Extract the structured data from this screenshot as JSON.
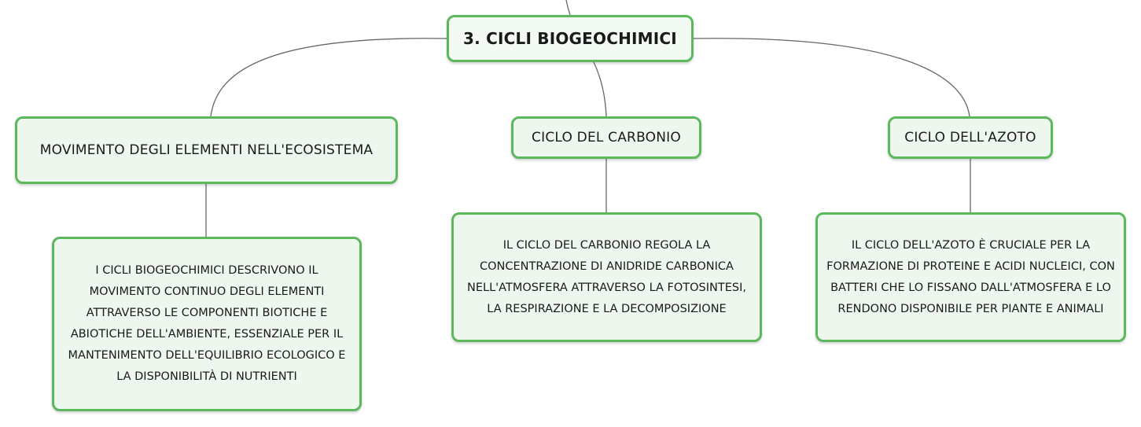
{
  "colors": {
    "node_border": "#5cb85c",
    "node_fill": "#eef7ee",
    "connector": "#666666"
  },
  "root": {
    "label": "3. CICLI BIOGEOCHIMICI"
  },
  "topics": [
    {
      "label": "MOVIMENTO DEGLI ELEMENTI NELL'ECOSISTEMA",
      "detail": "I CICLI BIOGEOCHIMICI DESCRIVONO IL MOVIMENTO CONTINUO DEGLI ELEMENTI ATTRAVERSO LE COMPONENTI BIOTICHE E ABIOTICHE DELL'AMBIENTE, ESSENZIALE PER IL MANTENIMENTO DELL'EQUILIBRIO ECOLOGICO E LA DISPONIBILITÀ DI NUTRIENTI"
    },
    {
      "label": "CICLO DEL CARBONIO",
      "detail": "IL CICLO DEL CARBONIO REGOLA LA CONCENTRAZIONE DI ANIDRIDE CARBONICA NELL'ATMOSFERA ATTRAVERSO LA FOTOSINTESI, LA RESPIRAZIONE E LA DECOMPOSIZIONE"
    },
    {
      "label": "CICLO DELL'AZOTO",
      "detail": "IL CICLO DELL'AZOTO È CRUCIALE PER LA FORMAZIONE DI PROTEINE E ACIDI NUCLEICI, CON BATTERI CHE LO FISSANO DALL'ATMOSFERA E LO RENDONO DISPONIBILE PER PIANTE E ANIMALI"
    }
  ]
}
